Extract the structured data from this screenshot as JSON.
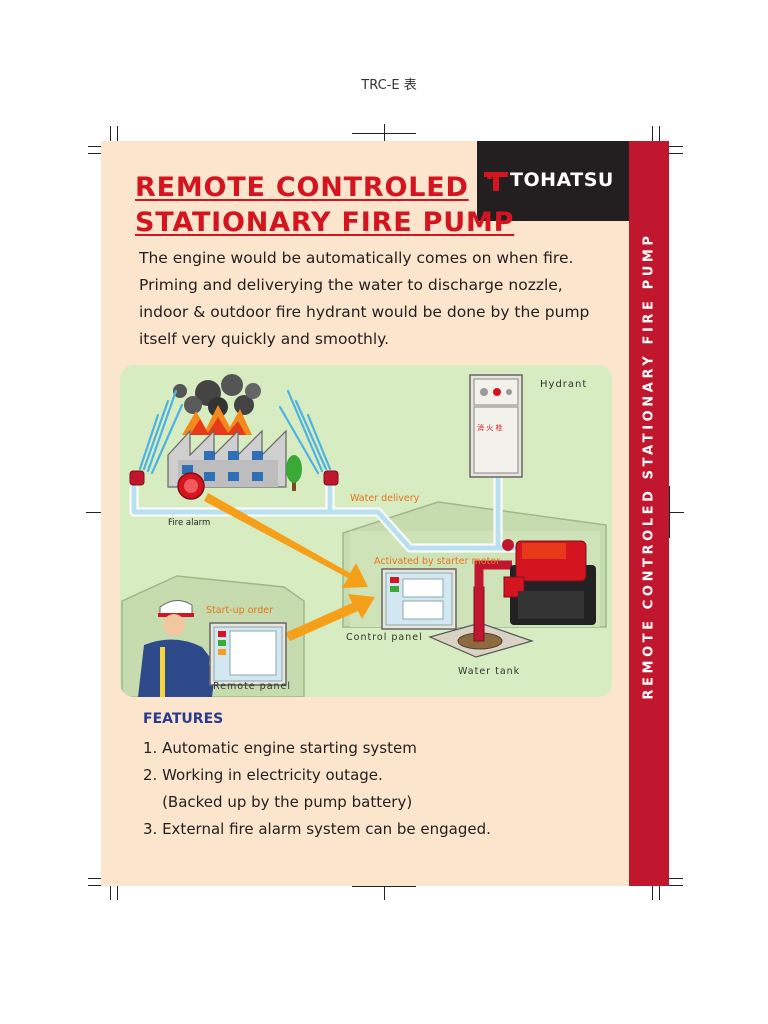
{
  "header": {
    "code": "TRC-E 表"
  },
  "logo": {
    "text": "TOHATSU"
  },
  "title": {
    "line1": "REMOTE CONTROLED ",
    "line2": "STATIONARY FIRE PUMP"
  },
  "side_band": {
    "text": "REMOTE CONTROLED STATIONARY FIRE PUMP"
  },
  "intro": {
    "lines": [
      "The engine would be automatically comes on when fire.",
      "Priming and deliverying the water to discharge nozzle,",
      "indoor & outdoor fire hydrant would be done by the pump",
      "itself very quickly and smoothly."
    ]
  },
  "diagram": {
    "labels": {
      "hydrant": "Hydrant",
      "hydrant_sign": "消 火 栓",
      "fire_alarm": "Fire alarm",
      "water_delivery": "Water delivery",
      "activated": "Activated by starter motor",
      "startup_order": "Start-up order",
      "control_panel": "Control panel",
      "remote_panel": "Remote panel",
      "water_tank": "Water tank"
    }
  },
  "features": {
    "title": "FEATURES",
    "items": [
      "1. Automatic engine starting system",
      "2. Working in electricity outage.",
      "    (Backed up by the pump battery)",
      "3. External fire alarm system can be engaged."
    ]
  },
  "colors": {
    "brand_red": "#c1172e",
    "title_red": "#d4151f",
    "sheet_background": "#fbe5cd",
    "diagram_green": "#d8ecc2",
    "features_blue": "#2b3990",
    "arrow_orange": "#f6a01a",
    "pipe_blue": "#b9e0ef"
  }
}
